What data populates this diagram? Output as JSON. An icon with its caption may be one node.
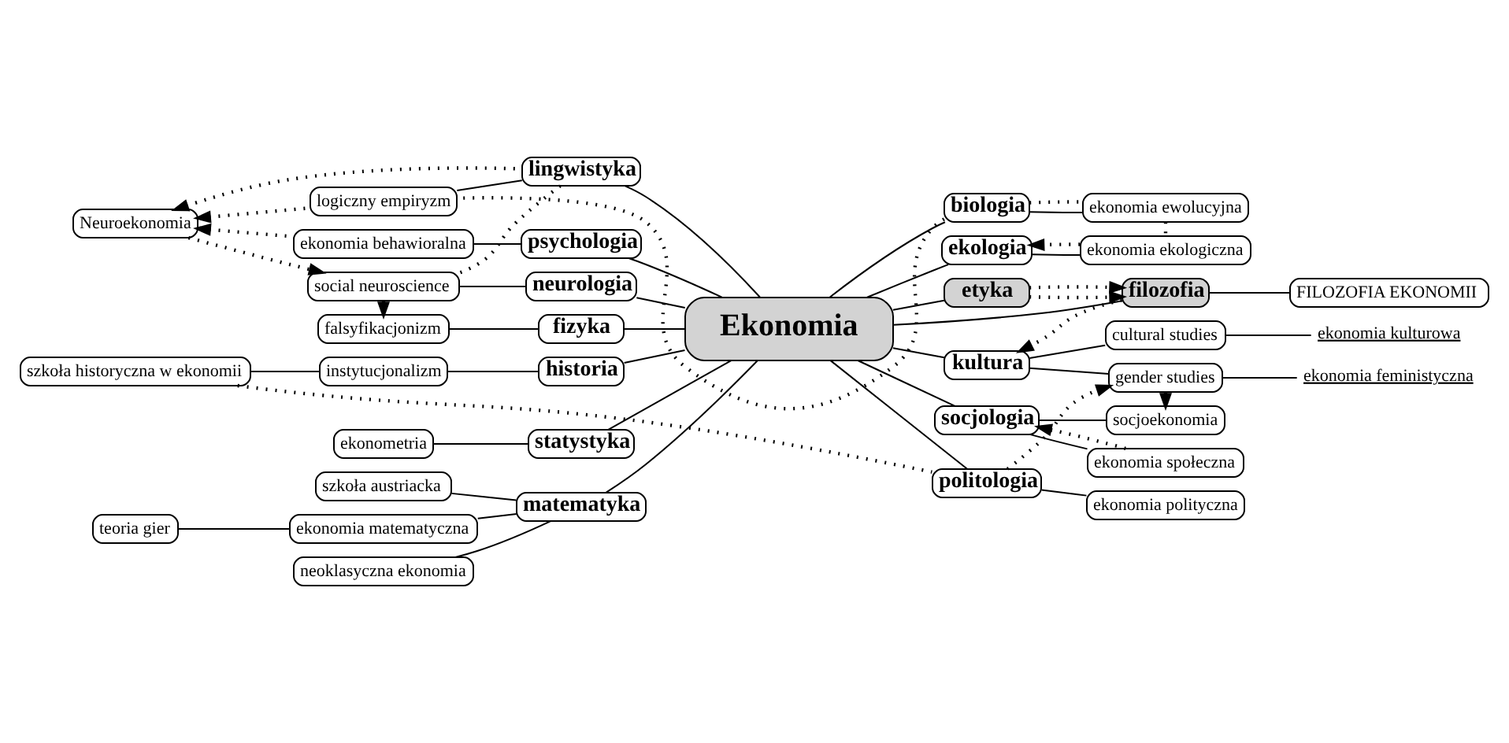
{
  "diagram": {
    "nodes": [
      {
        "text": [
          "Ekonomia"
        ]
      },
      {
        "text": [
          "lingwistyka"
        ]
      },
      {
        "text": [
          "logiczny empiryzm"
        ]
      },
      {
        "text": [
          "psychologia"
        ]
      },
      {
        "text": [
          "ekonomia behawioralna"
        ]
      },
      {
        "text": [
          "neurologia"
        ]
      },
      {
        "text": [
          "social neuroscience"
        ]
      },
      {
        "text": [
          "fizyka"
        ]
      },
      {
        "text": [
          "falsyfikacjonizm"
        ]
      },
      {
        "text": [
          "statystyka"
        ]
      },
      {
        "text": [
          "ekonometria"
        ]
      },
      {
        "text": [
          "matematyka"
        ]
      },
      {
        "text": [
          "szkoła austriacka"
        ]
      },
      {
        "text": [
          "ekonomia matematyczna"
        ]
      },
      {
        "text": [
          "teoria gier"
        ]
      },
      {
        "text": [
          "neoklasyczna ekonomia"
        ]
      },
      {
        "text": [
          "historia"
        ]
      },
      {
        "text": [
          "instytucjonalizm"
        ]
      },
      {
        "text": [
          "szkoła historyczna w ekonomii"
        ]
      },
      {
        "text": [
          "Neuroekonomia"
        ]
      },
      {
        "text": [
          "biologia"
        ]
      },
      {
        "text": [
          "ekonomia ewolucyjna"
        ]
      },
      {
        "text": [
          "ekologia"
        ]
      },
      {
        "text": [
          "ekonomia ekologiczna"
        ]
      },
      {
        "text": [
          "etyka"
        ]
      },
      {
        "text": [
          "filozofia"
        ]
      },
      {
        "text": [
          "FILOZOFIA EKONOMII"
        ]
      },
      {
        "text": [
          "kultura"
        ]
      },
      {
        "text": [
          "cultural studies"
        ]
      },
      {
        "text": [
          "ekonomia kulturowa"
        ]
      },
      {
        "text": [
          "gender studies"
        ]
      },
      {
        "text": [
          "ekonomia feministyczna"
        ]
      },
      {
        "text": [
          "socjologia"
        ]
      },
      {
        "text": [
          "socjoekonomia"
        ]
      },
      {
        "text": [
          "ekonomia społeczna"
        ]
      },
      {
        "text": [
          "politologia"
        ]
      },
      {
        "text": [
          "ekonomia polityczna"
        ]
      }
    ],
    "edges": [
      {
        "from": 0,
        "to": 1,
        "arrow": "none"
      },
      {
        "from": 1,
        "to": 2,
        "arrow": "none"
      },
      {
        "from": 0,
        "to": 3,
        "arrow": "none"
      },
      {
        "from": 3,
        "to": 4,
        "arrow": "none"
      },
      {
        "from": 0,
        "to": 5,
        "arrow": "none"
      },
      {
        "from": 5,
        "to": 6,
        "arrow": "none"
      },
      {
        "from": 0,
        "to": 7,
        "arrow": "none"
      },
      {
        "from": 7,
        "to": 8,
        "arrow": "none"
      },
      {
        "from": 0,
        "to": 9,
        "arrow": "none"
      },
      {
        "from": 9,
        "to": 10,
        "arrow": "none"
      },
      {
        "from": 0,
        "to": 11,
        "arrow": "none"
      },
      {
        "from": 11,
        "to": 12,
        "arrow": "none"
      },
      {
        "from": 11,
        "to": 13,
        "arrow": "none"
      },
      {
        "from": 13,
        "to": 14,
        "arrow": "none"
      },
      {
        "from": 11,
        "to": 15,
        "arrow": "none"
      },
      {
        "from": 0,
        "to": 16,
        "arrow": "none"
      },
      {
        "from": 16,
        "to": 17,
        "arrow": "none"
      },
      {
        "from": 17,
        "to": 18,
        "arrow": "none"
      },
      {
        "from": 0,
        "to": 20,
        "arrow": "none"
      },
      {
        "from": 20,
        "to": 21,
        "arrow": "none"
      },
      {
        "from": 0,
        "to": 22,
        "arrow": "none"
      },
      {
        "from": 22,
        "to": 23,
        "arrow": "none"
      },
      {
        "from": 0,
        "to": 24,
        "arrow": "none"
      },
      {
        "from": 0,
        "to": 25,
        "arrow": "none"
      },
      {
        "from": 25,
        "to": 26,
        "arrow": "none"
      },
      {
        "from": 0,
        "to": 27,
        "arrow": "none"
      },
      {
        "from": 27,
        "to": 28,
        "arrow": "none"
      },
      {
        "from": 28,
        "to": 29,
        "arrow": "none"
      },
      {
        "from": 27,
        "to": 30,
        "arrow": "none"
      },
      {
        "from": 30,
        "to": 31,
        "arrow": "none"
      },
      {
        "from": 0,
        "to": 32,
        "arrow": "none"
      },
      {
        "from": 32,
        "to": 33,
        "arrow": "none"
      },
      {
        "from": 32,
        "to": 34,
        "arrow": "none"
      },
      {
        "from": 0,
        "to": 35,
        "arrow": "none"
      },
      {
        "from": 35,
        "to": 36,
        "arrow": "none"
      },
      {
        "from": 20,
        "to": 2,
        "arrow": "none",
        "style": "dashed"
      },
      {
        "from": 1,
        "to": 19,
        "arrow": "to",
        "style": "dashed"
      },
      {
        "from": 2,
        "to": 19,
        "arrow": "to",
        "style": "dashed"
      },
      {
        "from": 4,
        "to": 19,
        "arrow": "to",
        "style": "dashed"
      },
      {
        "from": 1,
        "to": 6,
        "arrow": "none",
        "style": "dashed"
      },
      {
        "from": 19,
        "to": 6,
        "arrow": "to",
        "style": "dashed"
      },
      {
        "from": 6,
        "to": 8,
        "arrow": "to",
        "style": "dashed"
      },
      {
        "from": 18,
        "to": 35,
        "arrow": "none",
        "style": "dashed"
      },
      {
        "from": 20,
        "to": 21,
        "arrow": "none",
        "style": "dashed"
      },
      {
        "from": 21,
        "to": 23,
        "arrow": "none",
        "style": "dashed"
      },
      {
        "from": 23,
        "to": 22,
        "arrow": "to",
        "style": "dashed"
      },
      {
        "from": 24,
        "to": 25,
        "arrow": "to",
        "style": "dashed"
      },
      {
        "from": 24,
        "to": 25,
        "arrow": "to",
        "style": "dashed"
      },
      {
        "from": 25,
        "to": 27,
        "arrow": "to",
        "style": "dashed"
      },
      {
        "from": 35,
        "to": 30,
        "arrow": "to",
        "style": "dashed"
      },
      {
        "from": 30,
        "to": 33,
        "arrow": "to",
        "style": "dashed"
      },
      {
        "from": 34,
        "to": 32,
        "arrow": "to",
        "style": "dashed"
      }
    ]
  }
}
